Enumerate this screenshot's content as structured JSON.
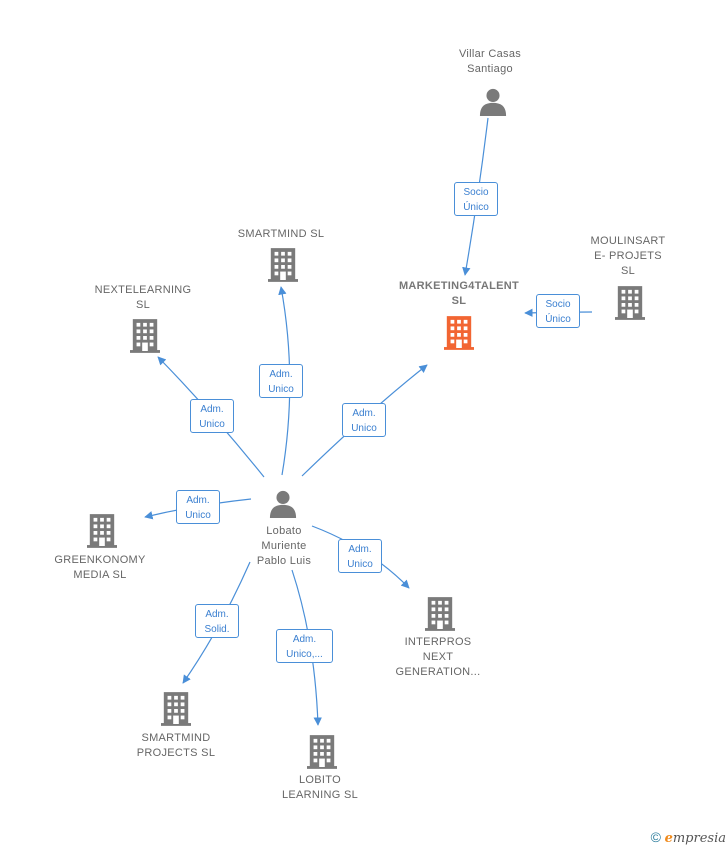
{
  "colors": {
    "edge": "#4a8fd8",
    "node": "#7a7a7a",
    "highlight": "#f26532"
  },
  "nodes": {
    "villar": {
      "label": "Villar Casas\nSantiago",
      "icon": "person-icon"
    },
    "lobato": {
      "label": "Lobato\nMuriente\nPablo Luis",
      "icon": "person-icon"
    },
    "marketing": {
      "label": "MARKETING4TALENT\nSL",
      "icon": "building-icon"
    },
    "moulinsart": {
      "label": "MOULINSART\nE- PROJETS\nSL",
      "icon": "building-icon"
    },
    "smartmind": {
      "label": "SMARTMIND SL",
      "icon": "building-icon"
    },
    "nextelearning": {
      "label": "NEXTELEARNING\nSL",
      "icon": "building-icon"
    },
    "greenkonomy": {
      "label": "GREENKONOMY\nMEDIA  SL",
      "icon": "building-icon"
    },
    "interpros": {
      "label": "INTERPROS\nNEXT\nGENERATION...",
      "icon": "building-icon"
    },
    "smartmind_projects": {
      "label": "SMARTMIND\nPROJECTS  SL",
      "icon": "building-icon"
    },
    "lobito": {
      "label": "LOBITO\nLEARNING  SL",
      "icon": "building-icon"
    }
  },
  "edges": {
    "villar_marketing": "Socio\nÚnico",
    "moulinsart_marketing": "Socio\nÚnico",
    "lobato_smartmind": "Adm.\nUnico",
    "lobato_nextelearning": "Adm.\nUnico",
    "lobato_marketing": "Adm.\nUnico",
    "lobato_greenkonomy": "Adm.\nUnico",
    "lobato_interpros": "Adm.\nUnico",
    "lobato_smartmind_projects": "Adm.\nSolid.",
    "lobato_lobito": "Adm.\nUnico,..."
  },
  "footer": {
    "copyright": "©",
    "brand_e": "e",
    "brand_rest": "mpresia"
  }
}
